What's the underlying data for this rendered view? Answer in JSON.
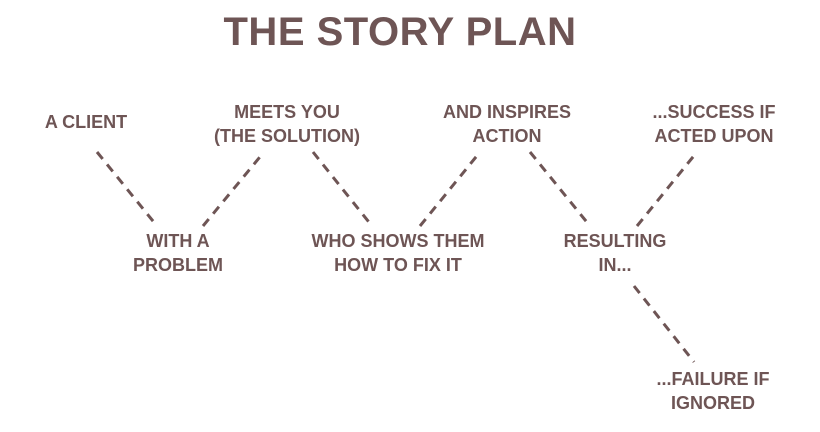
{
  "diagram": {
    "title": "THE STORY PLAN",
    "colors": {
      "text": "#6e5555",
      "connector": "#6e5555",
      "background": "#ffffff"
    },
    "nodes": [
      {
        "id": "client",
        "lines": [
          "A CLIENT"
        ]
      },
      {
        "id": "problem",
        "lines": [
          "WITH A",
          "PROBLEM"
        ]
      },
      {
        "id": "meets",
        "lines": [
          "MEETS YOU",
          "(THE SOLUTION)"
        ]
      },
      {
        "id": "shows",
        "lines": [
          "WHO SHOWS THEM",
          "HOW TO FIX IT"
        ]
      },
      {
        "id": "inspires",
        "lines": [
          "AND INSPIRES",
          "ACTION"
        ]
      },
      {
        "id": "resulting",
        "lines": [
          "RESULTING",
          "IN..."
        ]
      },
      {
        "id": "success",
        "lines": [
          "...SUCCESS IF",
          "ACTED UPON"
        ]
      },
      {
        "id": "failure",
        "lines": [
          "...FAILURE IF",
          "IGNORED"
        ]
      }
    ],
    "edges": [
      {
        "from": "client",
        "to": "problem"
      },
      {
        "from": "problem",
        "to": "meets"
      },
      {
        "from": "meets",
        "to": "shows"
      },
      {
        "from": "shows",
        "to": "inspires"
      },
      {
        "from": "inspires",
        "to": "resulting"
      },
      {
        "from": "resulting",
        "to": "success"
      },
      {
        "from": "resulting",
        "to": "failure"
      }
    ]
  }
}
